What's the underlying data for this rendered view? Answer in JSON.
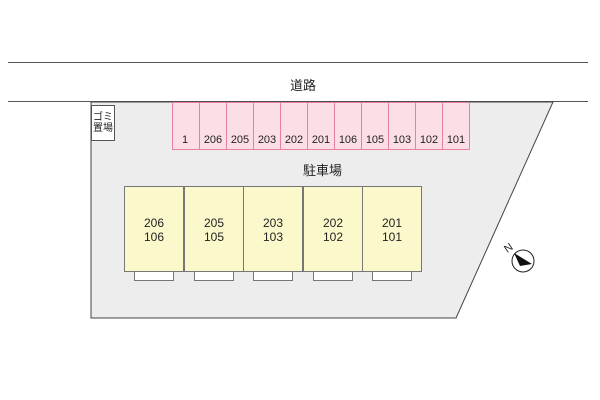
{
  "road": {
    "label": "道路"
  },
  "garbage": {
    "line1": "ゴミ",
    "line2": "置場"
  },
  "parking": {
    "label": "駐車場",
    "slots": [
      "1",
      "206",
      "205",
      "203",
      "202",
      "201",
      "106",
      "105",
      "103",
      "102",
      "101"
    ]
  },
  "buildings": [
    {
      "upper": "206",
      "lower": "106"
    },
    {
      "upper": "205",
      "lower": "105"
    },
    {
      "upper": "203",
      "lower": "103"
    },
    {
      "upper": "202",
      "lower": "102"
    },
    {
      "upper": "201",
      "lower": "101"
    }
  ],
  "compass": {
    "label": "N"
  },
  "colors": {
    "parking_slot": "#fcdfe6",
    "parking_border": "#e7829e",
    "building": "#fbf9cc",
    "ground": "#ededed"
  }
}
